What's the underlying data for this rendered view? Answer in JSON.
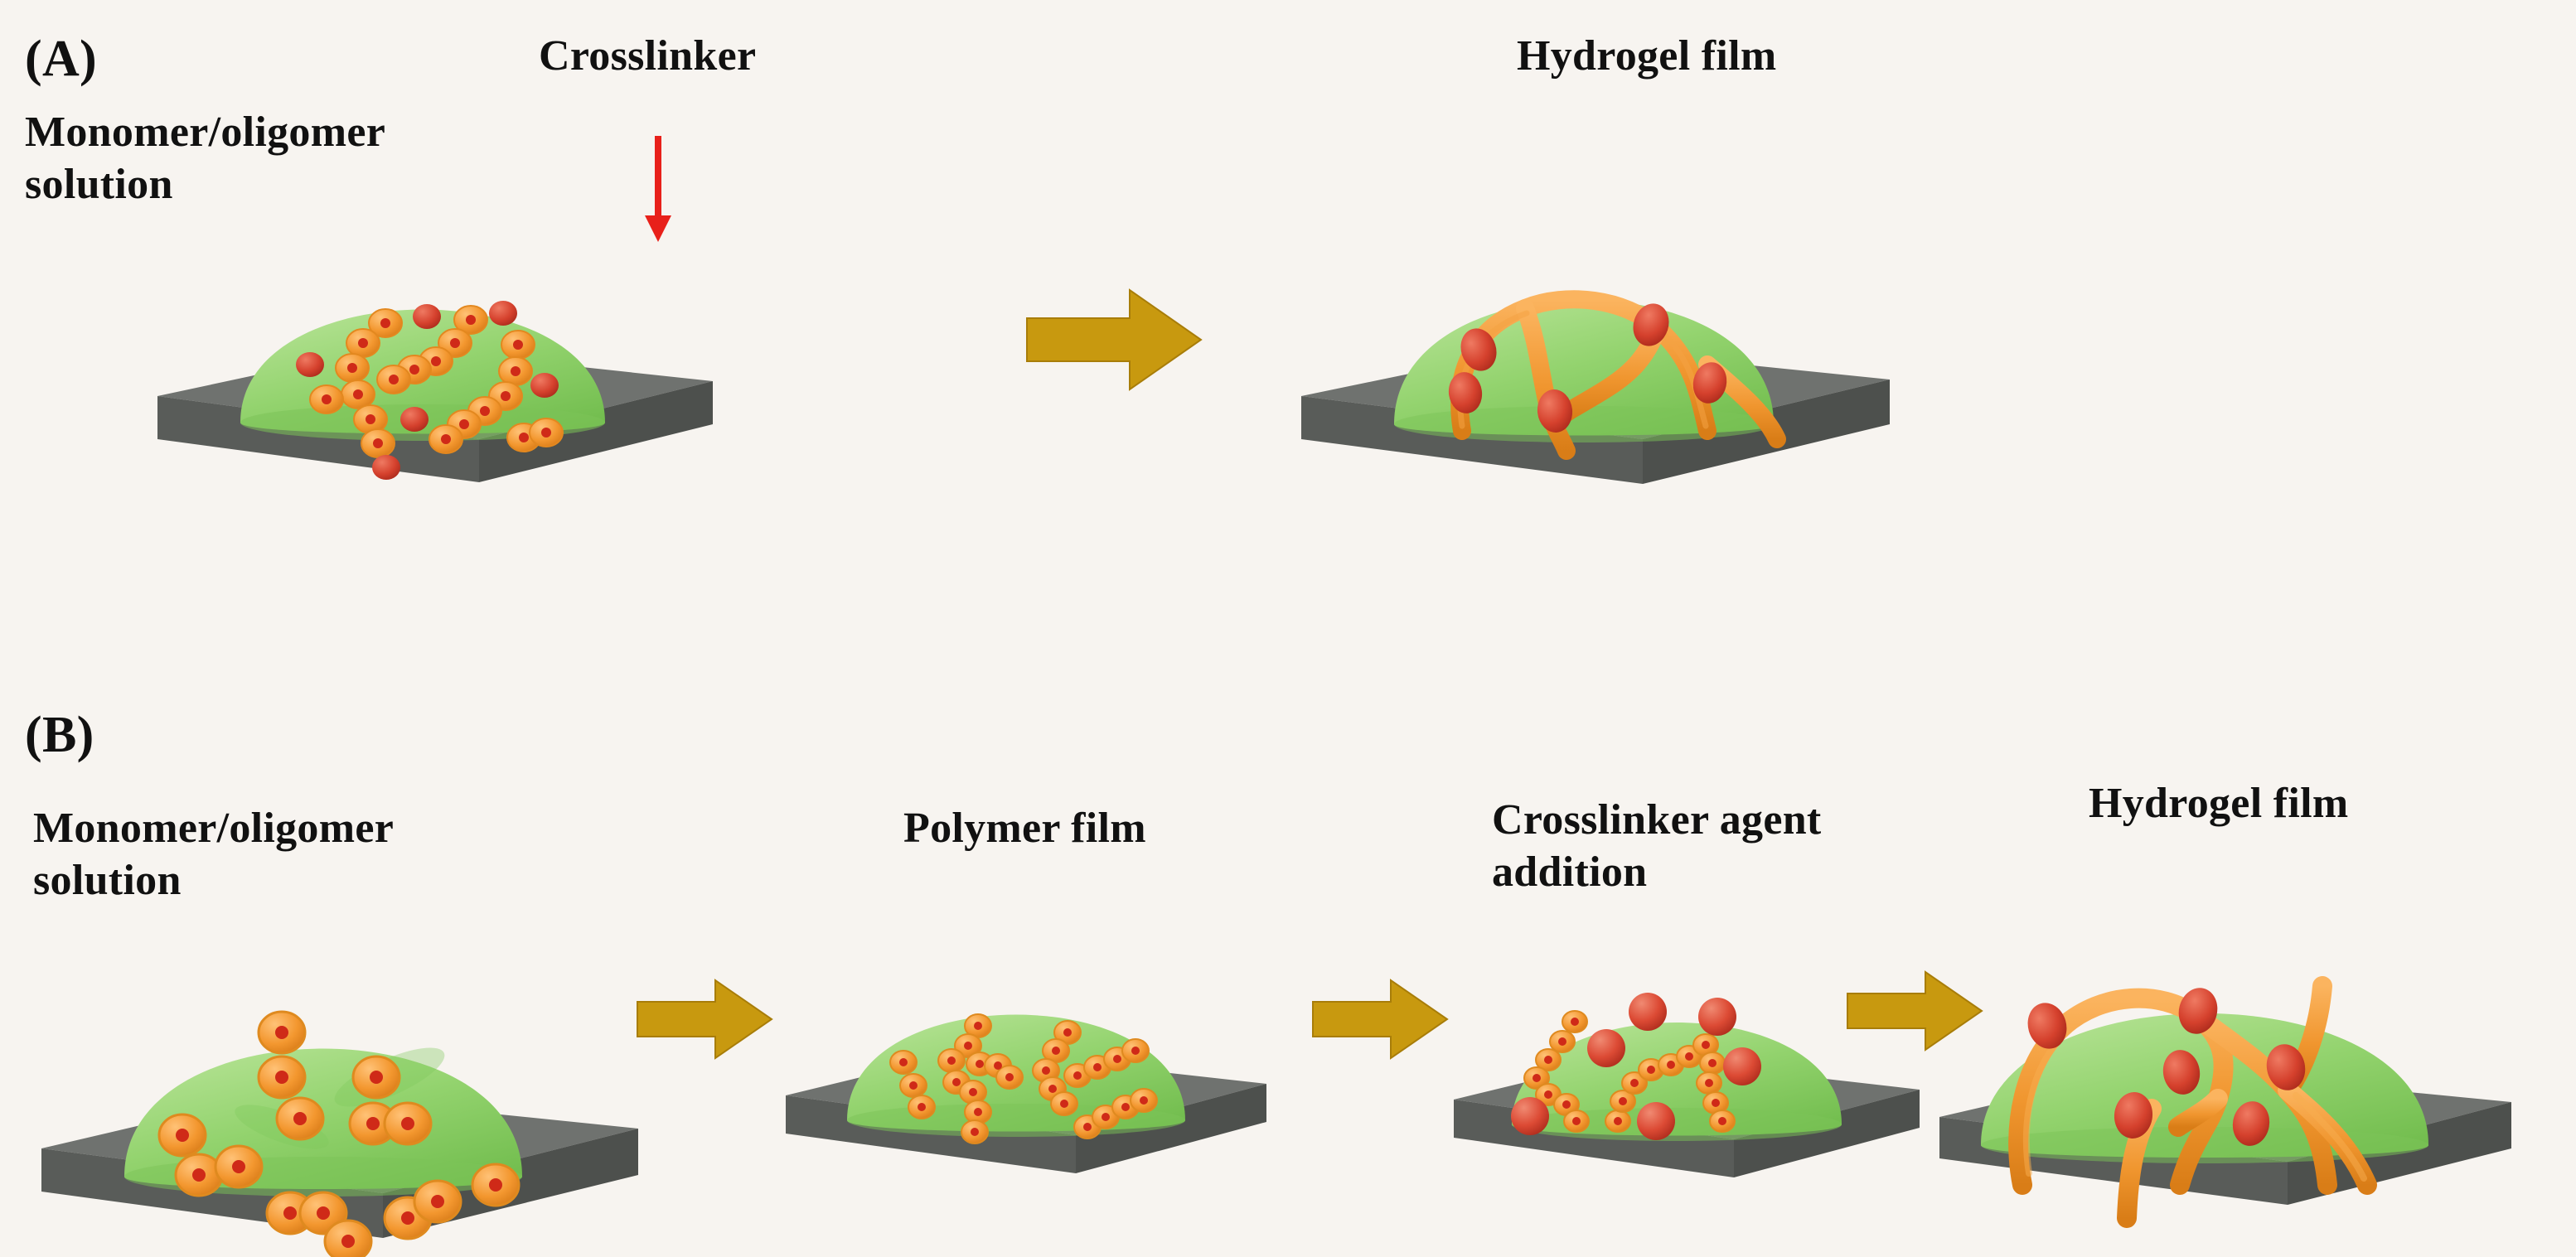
{
  "figure": {
    "background_color": "#f7f4f0",
    "title": "",
    "type": "scientific-schematic",
    "description": "Two-route schematic of hydrogel film formation on a substrate"
  },
  "palette": {
    "background": "#f7f4f0",
    "dome_green_light": "#a8dd84",
    "dome_green": "#8ecf68",
    "dome_green_dark": "#6cb44c",
    "substrate_top": "#6f726f",
    "substrate_front": "#5c5f5c",
    "substrate_side": "#4e514e",
    "polymer_orange": "#f0962f",
    "polymer_orange_light": "#f9b45c",
    "crosslinker_red": "#d8412f",
    "crosslinker_red_dark": "#b2291c",
    "flow_arrow_gold": "#c8990f",
    "pointer_arrow_red": "#e8201a",
    "label_text": "#111111"
  },
  "panels": [
    {
      "id": "A",
      "tag": "(A)",
      "labels": {
        "solution": "Monomer/oligomer\nsolution",
        "crosslinker": "Crosslinker",
        "product": "Hydrogel film"
      },
      "steps": [
        {
          "name": "monomer-oligomer-solution-dome",
          "caption": "Monomer/oligomer solution",
          "contents": "short orange oligomer bead chains and free red crosslinker spheres dispersed in green film"
        },
        {
          "name": "hydrogel-film-dome",
          "caption": "Hydrogel film",
          "contents": "continuous crosslinked orange network with red crosslink junction nodes"
        }
      ],
      "flow_arrows": 1
    },
    {
      "id": "B",
      "tag": "(B)",
      "labels": {
        "solution": "Monomer/oligomer\nsolution",
        "polymer": "Polymer film",
        "crosslinker_addition": "Crosslinker agent\naddition",
        "product": "Hydrogel film"
      },
      "steps": [
        {
          "name": "monomer-oligomer-solution-dome",
          "caption": "Monomer/oligomer solution",
          "contents": "isolated orange monomer rings scattered in green film"
        },
        {
          "name": "polymer-film-dome",
          "caption": "Polymer film",
          "contents": "short orange polymer bead chains, no crosslinker"
        },
        {
          "name": "crosslinker-agent-addition-dome",
          "caption": "Crosslinker agent addition",
          "contents": "polymer chains plus free red crosslinker spheres"
        },
        {
          "name": "hydrogel-film-dome",
          "caption": "Hydrogel film",
          "contents": "fully crosslinked orange network with red junction nodes"
        }
      ],
      "flow_arrows": 3
    }
  ],
  "icons": {
    "flow_arrow": "right-arrow-icon",
    "pointer_arrow": "down-arrow-icon"
  }
}
